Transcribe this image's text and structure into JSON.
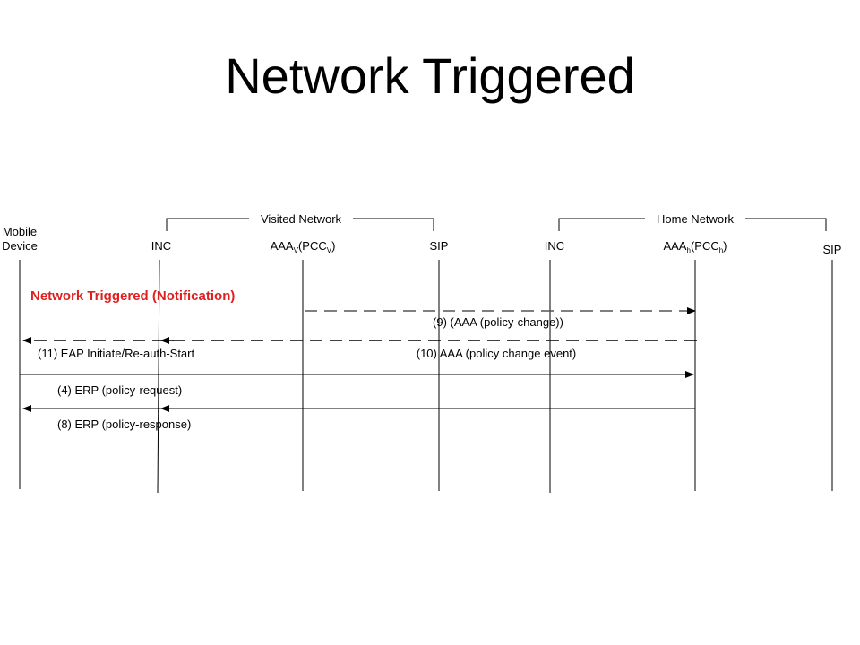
{
  "slide": {
    "title": "Network Triggered"
  },
  "groups": [
    {
      "id": "visited",
      "label": "Visited Network"
    },
    {
      "id": "home",
      "label": "Home Network"
    }
  ],
  "entities": [
    {
      "id": "mobile",
      "label_lines": [
        "Mobile",
        "Device"
      ]
    },
    {
      "id": "inc_v",
      "label": "INC"
    },
    {
      "id": "aaa_v",
      "label": "AAA",
      "sub1": "V",
      "mid": "(PCC",
      "sub2": "V",
      "tail": ")"
    },
    {
      "id": "sip_v",
      "label": "SIP"
    },
    {
      "id": "inc_h",
      "label": "INC"
    },
    {
      "id": "aaa_h",
      "label": "AAA",
      "sub1": "h",
      "mid": "(PCC",
      "sub2": "h",
      "tail": ")"
    },
    {
      "id": "sip_h",
      "label": "SIP"
    }
  ],
  "section": {
    "label": "Network Triggered (Notification)",
    "color": "#e02020"
  },
  "messages": [
    {
      "id": "m9",
      "label": "(9) (AAA (policy-change))",
      "style": "dashed"
    },
    {
      "id": "m11",
      "label": "(11) EAP Initiate/Re-auth-Start",
      "style": "dashed"
    },
    {
      "id": "m10",
      "label": "(10) AAA (policy change event)",
      "style": "solid"
    },
    {
      "id": "m4",
      "label": "(4) ERP (policy-request)",
      "style": "solid"
    },
    {
      "id": "m8",
      "label": "(8) ERP (policy-response)",
      "style": "solid"
    }
  ]
}
